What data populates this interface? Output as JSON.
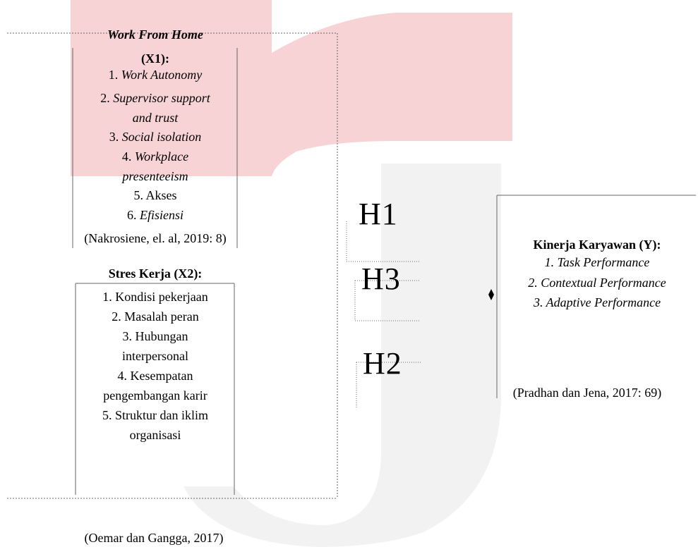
{
  "colors": {
    "watermark_red": "#f8d3d6",
    "watermark_gray": "#f2f2f2",
    "line": "#555555"
  },
  "watermark": {
    "description_icon": "university-logo-watermark"
  },
  "x1": {
    "title_line1": "Work From Home",
    "title_line2": "(X1):",
    "items": [
      {
        "num": "1. ",
        "text": "Work Autonomy"
      },
      {
        "num": "2. ",
        "text": "Supervisor support"
      },
      {
        "num": "",
        "text": "and trust"
      },
      {
        "num": "3. ",
        "text": "Social isolation"
      },
      {
        "num": "4. ",
        "text": "Workplace"
      },
      {
        "num": "",
        "text": "presenteeism"
      },
      {
        "num": "5. ",
        "text": "Akses"
      },
      {
        "num": "6. ",
        "text": "Efisiensi"
      }
    ],
    "citation": "(Nakrosiene, el. al, 2019: 8)"
  },
  "x2": {
    "title": "Stres Kerja (X2):",
    "items": [
      "1. Kondisi pekerjaan",
      "2. Masalah peran",
      "3. Hubungan",
      "interpersonal",
      "4. Kesempatan",
      "pengembangan karir",
      "5. Struktur dan iklim",
      "organisasi"
    ]
  },
  "hypotheses": {
    "h1": "H1",
    "h3": "H3",
    "h2": "H2"
  },
  "y": {
    "title": "Kinerja Karyawan  (Y):",
    "items": [
      "1. Task Performance",
      "2. Contextual Performance",
      "3. Adaptive Performance"
    ],
    "citation": "(Pradhan dan Jena, 2017: 69)"
  },
  "footer_citation": "(Oemar dan Gangga, 2017)"
}
